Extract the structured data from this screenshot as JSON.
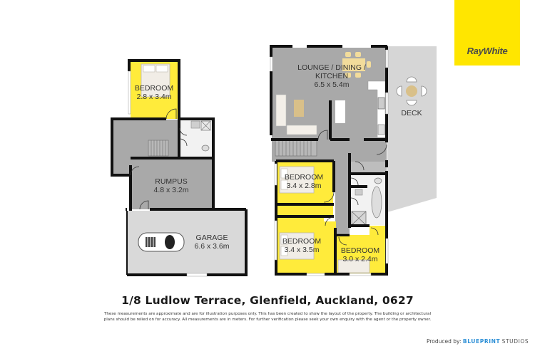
{
  "brand": {
    "name": "RayWhite",
    "logo_color": "#ffe600",
    "text_color": "#4a4a4a"
  },
  "floorplan": {
    "colors": {
      "wall": "#111111",
      "living_floor": "#a9a9a9",
      "bedroom_floor": "#ffeb3b",
      "deck_floor": "#d6d6d6",
      "garage_floor": "#d9d9d9",
      "wet_area": "#f2f2f2"
    },
    "lower_level": {
      "rooms": [
        {
          "id": "bedroom-1",
          "name": "BEDROOM",
          "size": "2.8 x 3.4m"
        },
        {
          "id": "rumpus",
          "name": "RUMPUS",
          "size": "4.8 x 3.2m"
        },
        {
          "id": "garage",
          "name": "GARAGE",
          "size": "6.6 x 3.6m"
        }
      ]
    },
    "upper_level": {
      "rooms": [
        {
          "id": "lounge",
          "name": "LOUNGE / DINING /",
          "name2": "KITCHEN",
          "size": "6.5 x 5.4m"
        },
        {
          "id": "deck",
          "name": "DECK",
          "size": ""
        },
        {
          "id": "bedroom-2",
          "name": "BEDROOM",
          "size": "3.4 x 2.8m"
        },
        {
          "id": "bedroom-3",
          "name": "BEDROOM",
          "size": "3.4 x 3.5m"
        },
        {
          "id": "bedroom-4",
          "name": "BEDROOM",
          "size": "3.0 x 2.4m"
        }
      ]
    }
  },
  "footer": {
    "address": "1/8 Ludlow Terrace, Glenfield, Auckland, 0627",
    "disclaimer_line1": "These measurements are approximate and are for illustration purposes only. This has been created to show the layout of the property. The building or architectural",
    "disclaimer_line2": "plans should be relied on for accuracy. All measurements are in meters. For further verification please seek your own enquiry with the agent or the property owner.",
    "produced_by_label": "Produced by:",
    "producer_part1": "BLUEPRINT",
    "producer_part2": "STUDIOS"
  }
}
